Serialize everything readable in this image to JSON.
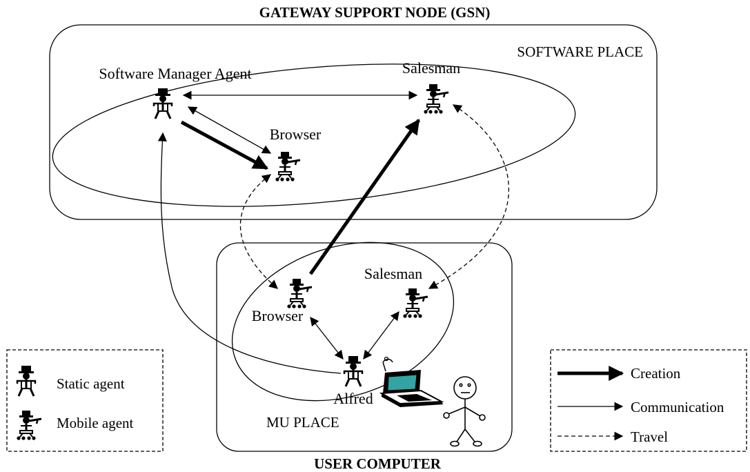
{
  "titles": {
    "top": "GATEWAY SUPPORT NODE (GSN)",
    "bottom": "USER COMPUTER"
  },
  "places": {
    "software": "SOFTWARE PLACE",
    "mu": "MU PLACE"
  },
  "agents": {
    "software_manager": "Software Manager Agent",
    "salesman_top": "Salesman",
    "browser_top": "Browser",
    "browser_bottom": "Browser",
    "salesman_bottom": "Salesman",
    "alfred": "Alfred"
  },
  "legend_agents": {
    "static": "Static agent",
    "mobile": "Mobile agent"
  },
  "legend_arrows": {
    "creation": "Creation",
    "communication": "Communication",
    "travel": "Travel"
  },
  "colors": {
    "laptop_screen": "#33a3a3"
  }
}
